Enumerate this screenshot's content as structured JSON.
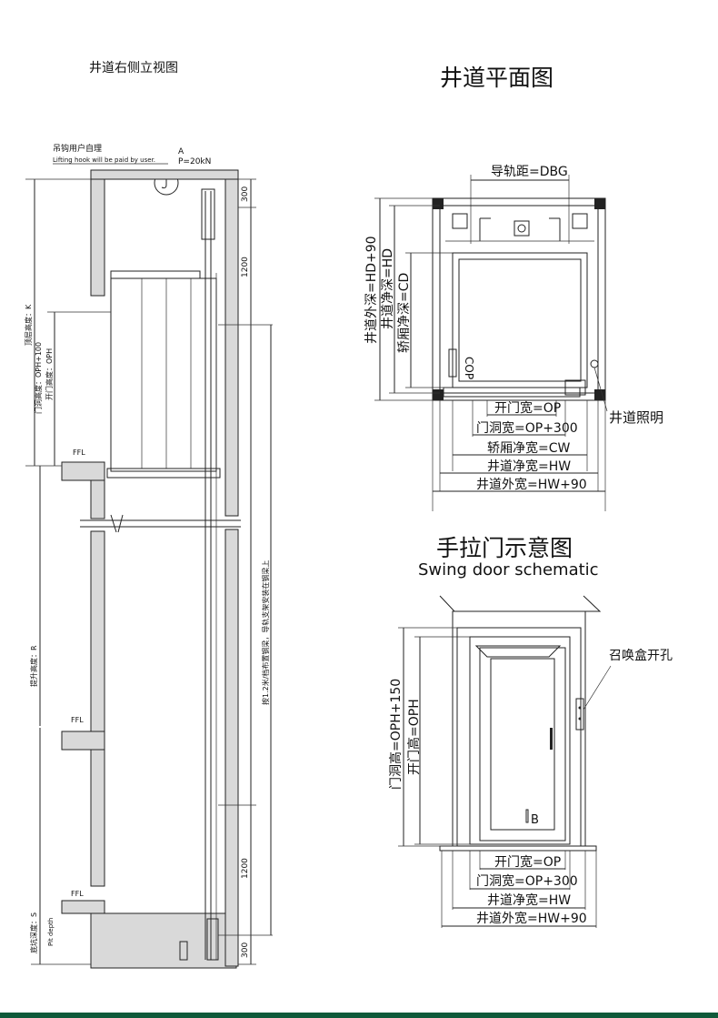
{
  "side_view": {
    "title": "井道右侧立视图",
    "hook_note_cn": "吊钩用户自理",
    "hook_note_en": "Lifting hook will be paid by user.",
    "hook_label": "A",
    "hook_load": "P=20kN",
    "dim_top_300": "300",
    "dim_top_1200": "1200",
    "dim_bottom_1200": "1200",
    "dim_bottom_300": "300",
    "overhead_label": "顶层高度：K",
    "door_opening_height": "门洞高度：OPH+100",
    "door_clear_height": "开门高度：OPH",
    "travel_height": "提升高度：R",
    "pit_depth_cn": "底坑深度：S",
    "pit_depth_en": "Pit depth",
    "ffl_top": "FFL",
    "ffl_mid": "FFL",
    "ffl_bottom": "FFL",
    "vertical_note": "按1.2米/档布置钢梁，导轨支架安装在钢梁上"
  },
  "plan_view": {
    "title": "井道平面图",
    "rail_distance": "导轨距=DBG",
    "hoistway_outer_depth": "井道外深=HD+90",
    "hoistway_clear_depth": "井道净深=HD",
    "car_clear_depth": "轿厢净深=CD",
    "cop": "COP",
    "door_width": "开门宽=OP",
    "opening_width": "门洞宽=OP+300",
    "car_clear_width": "轿厢净宽=CW",
    "hoistway_clear_width": "井道净宽=HW",
    "hoistway_outer_width": "井道外宽=HW+90",
    "lighting": "井道照明"
  },
  "door_view": {
    "title_cn": "手拉门示意图",
    "title_en": "Swing door schematic",
    "call_box": "召唤盒开孔",
    "opening_height": "门洞高=OPH+150",
    "door_height": "开门高=OPH",
    "label_b": "B",
    "door_width": "开门宽=OP",
    "opening_width": "门洞宽=OP+300",
    "hoistway_clear_width": "井道净宽=HW",
    "hoistway_outer_width": "井道外宽=HW+90"
  }
}
